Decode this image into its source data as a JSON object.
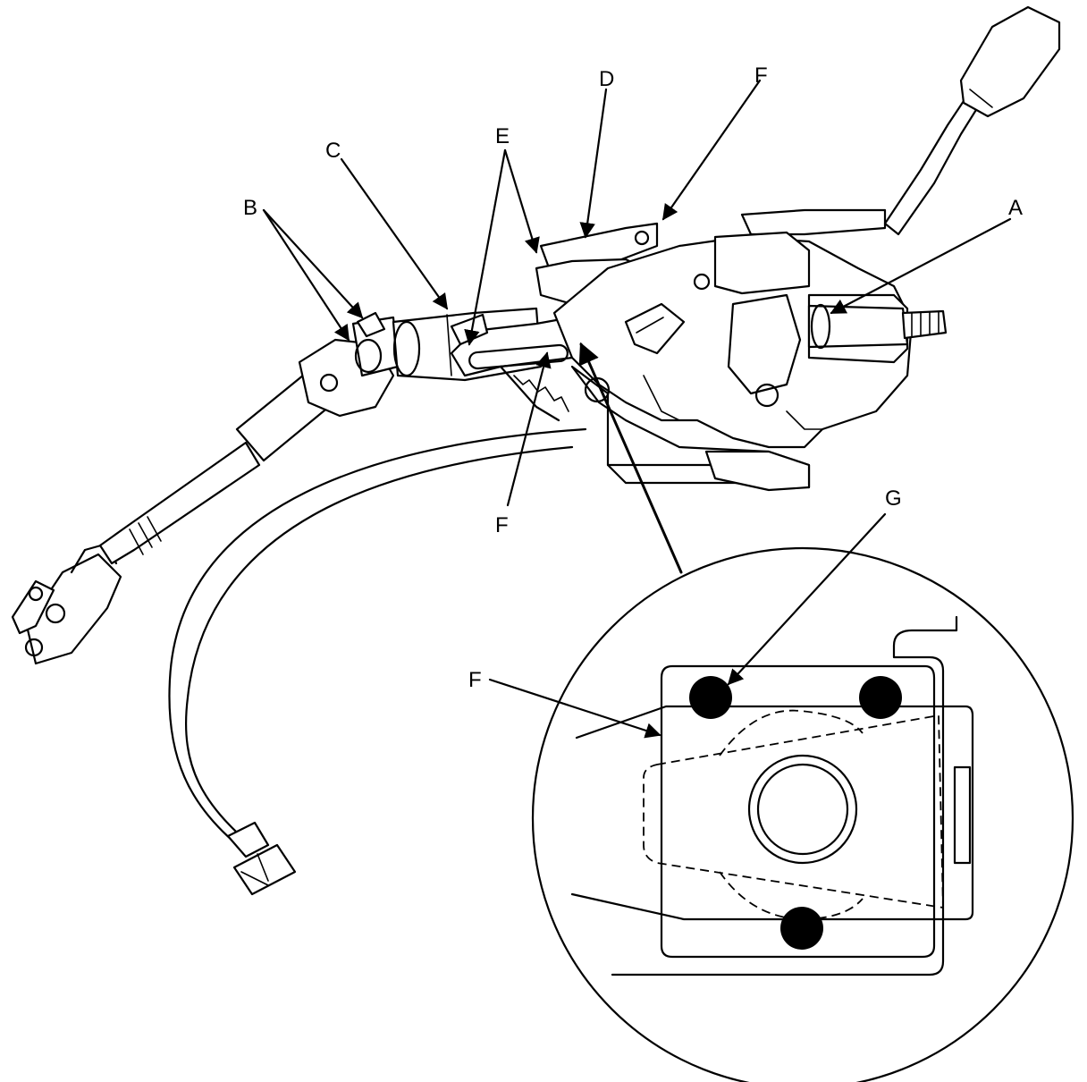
{
  "labels": {
    "a": "A",
    "b": "B",
    "c": "C",
    "d": "D",
    "e": "E",
    "f_top": "F",
    "f_mid": "F",
    "f_detail": "F",
    "g": "G"
  }
}
